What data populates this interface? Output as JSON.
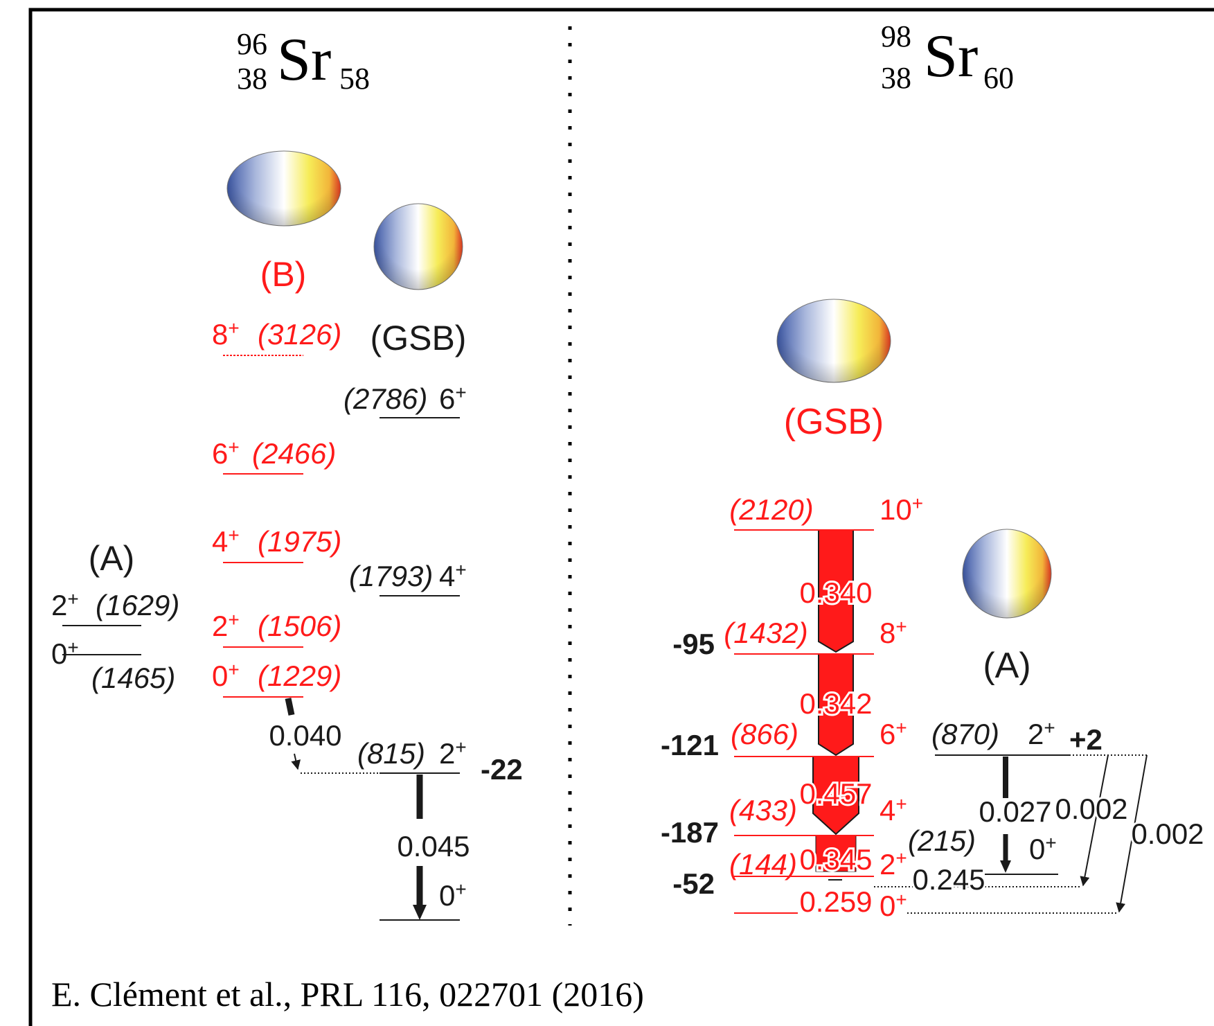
{
  "colors": {
    "red": "#ff1a1a",
    "black": "#1a1a1a",
    "frame": "#000000"
  },
  "left": {
    "nucleus": {
      "mass": "96",
      "charge": "38",
      "symbol": "Sr",
      "neutrons": "58"
    },
    "bands": {
      "A": {
        "label": "(A)",
        "levels": [
          {
            "spin": "2",
            "parity": "+",
            "energy": "(1629)"
          },
          {
            "spin": "0",
            "parity": "+",
            "energy": "(1465)"
          }
        ]
      },
      "B": {
        "label": "(B)",
        "levels": [
          {
            "spin": "8",
            "parity": "+",
            "energy": "(3126)"
          },
          {
            "spin": "6",
            "parity": "+",
            "energy": "(2466)"
          },
          {
            "spin": "4",
            "parity": "+",
            "energy": "(1975)"
          },
          {
            "spin": "2",
            "parity": "+",
            "energy": "(1506)"
          },
          {
            "spin": "0",
            "parity": "+",
            "energy": "(1229)"
          }
        ]
      },
      "GSB": {
        "label": "(GSB)",
        "levels": [
          {
            "spin": "6",
            "parity": "+",
            "energy": "(2786)"
          },
          {
            "spin": "4",
            "parity": "+",
            "energy": "(1793)"
          },
          {
            "spin": "2",
            "parity": "+",
            "energy": "(815)"
          },
          {
            "spin": "0",
            "parity": "+",
            "energy": ""
          }
        ]
      }
    },
    "transitions": [
      "0.040",
      "0.045"
    ],
    "shift": "-22"
  },
  "right": {
    "nucleus": {
      "mass": "98",
      "charge": "38",
      "symbol": "Sr",
      "neutrons": "60"
    },
    "bands": {
      "GSB": {
        "label": "(GSB)",
        "levels": [
          {
            "spin": "10",
            "parity": "+",
            "energy": "(2120)",
            "shift": ""
          },
          {
            "spin": "8",
            "parity": "+",
            "energy": "(1432)",
            "shift": "-95"
          },
          {
            "spin": "6",
            "parity": "+",
            "energy": "(866)",
            "shift": "-121"
          },
          {
            "spin": "4",
            "parity": "+",
            "energy": "(433)",
            "shift": "-187"
          },
          {
            "spin": "2",
            "parity": "+",
            "energy": "(144)",
            "shift": "-52"
          },
          {
            "spin": "0",
            "parity": "+",
            "energy": "",
            "shift": ""
          }
        ]
      },
      "A": {
        "label": "(A)",
        "levels": [
          {
            "spin": "2",
            "parity": "+",
            "energy": "(870)",
            "shift": "+2"
          },
          {
            "spin": "0",
            "parity": "+",
            "energy": "(215)",
            "shift": ""
          }
        ]
      }
    },
    "transitions": [
      "0.340",
      "0.342",
      "0.457",
      "0.345",
      "0.259",
      "0.027",
      "0.002",
      "0.002",
      "0.245"
    ]
  },
  "citation": "E. Clément et al., PRL 116, 022701 (2016)"
}
